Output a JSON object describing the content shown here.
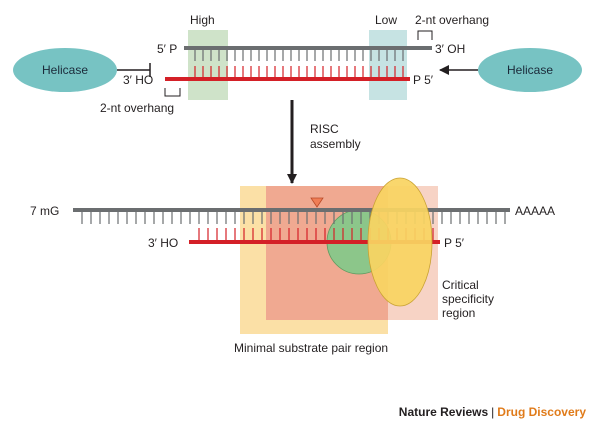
{
  "top_duplex": {
    "high_label": "High",
    "low_label": "Low",
    "overhang_top_label": "2-nt overhang",
    "overhang_bottom_label": "2-nt overhang",
    "top_left_end": "5′ P",
    "top_right_end": "3′ OH",
    "bottom_left_end": "3′ HO",
    "bottom_right_end": "P 5′",
    "helicase_left": "Helicase",
    "helicase_right": "Helicase"
  },
  "step_arrow": {
    "label_line1": "RISC",
    "label_line2": "assembly"
  },
  "bottom_duplex": {
    "cap_label": "7 mG",
    "polya_label": "AAAAA",
    "guide_left_end": "3′ HO",
    "guide_right_end": "P 5′",
    "critical_region_line1": "Critical",
    "critical_region_line2": "specificity",
    "critical_region_line3": "region",
    "minimal_region_label": "Minimal substrate pair region"
  },
  "credit": {
    "journal": "Nature Reviews",
    "separator": "|",
    "section": "Drug Discovery"
  },
  "colors": {
    "sense_strand": "#6b6e70",
    "guide_strand": "#d42027",
    "high_box": "#cfe3c9",
    "low_box": "#c6e3e3",
    "helicase_fill": "#77c3c3",
    "minimal_region": "#fbe0a6",
    "critical_region": "#f7d3c5",
    "overlap_region": "#f0a991",
    "green_protein": "#8cc68a",
    "yellow_protein": "#f9d462",
    "cleavage_marker": "#f07d55",
    "section_accent": "#e07b1a"
  }
}
